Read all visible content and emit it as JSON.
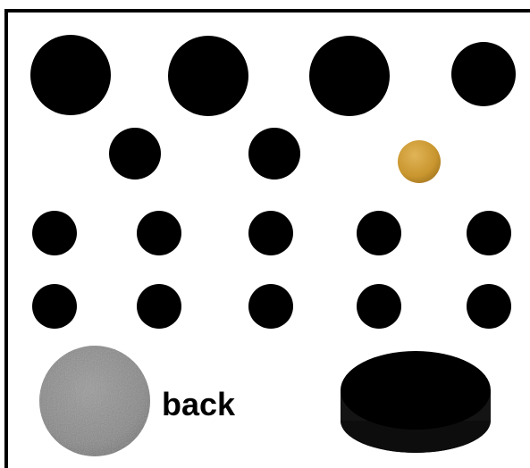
{
  "label": "back",
  "colors": {
    "background": "#ffffff",
    "border": "#000000",
    "dot": "#000000",
    "accent_dot": "#c9962f",
    "back_disc": "#8a8a8a",
    "puck": "#000000"
  },
  "counts": {
    "large_dots": 4,
    "medium_dots": 2,
    "accent_dots": 1,
    "small_dots": 10
  }
}
